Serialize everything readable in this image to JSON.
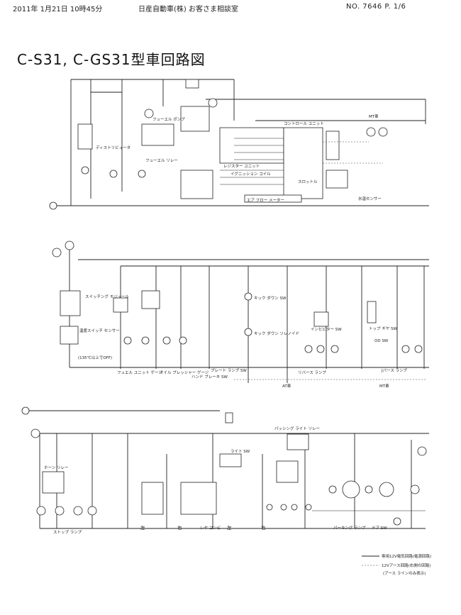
{
  "header": {
    "left": "2011年 1月21日 10時45分",
    "middle": "日産自動車(株) お客さま相談室",
    "right": "NO. 7646   P.  1/6"
  },
  "title": "C-S31, C-GS31型車回路図",
  "section1": {
    "mt_label": "MT車",
    "control_unit": "コントロール ユニット",
    "fuel_pump": "フューエル ポンプ",
    "resistor": "レジスター ユニット",
    "ignition_coil": "イグニッション コイル",
    "distributor": "ディストリビュータ",
    "air_flow_meter": "エア フロー メーター",
    "water_temp_sensor": "水温センサー",
    "throttle": "スロットル",
    "fuel_relay": "フューエル リレー"
  },
  "section2": {
    "switching_module": "スイッチング モジュール",
    "temp_switch": "温度スイッチ センサー",
    "temp_sensor": "(135℃以上でOFF)",
    "fuel_unit_gauge": "フュエル ユニット ゲージ",
    "oil_pressure_gauge": "オイル プレッシャー ゲージ",
    "brake_plate_sw": "プレート ランプ SW",
    "handbrake_sw": "ハンド ブレーキ SW",
    "kickdown_sw": "キック ダウン SW",
    "kickdown_solenoid": "キック ダウン ソレノイド",
    "inhibitor_sw": "インヒビター SW",
    "reverse_lamp": "リバース ランプ",
    "at_label": "AT車",
    "mt_label": "MT車",
    "top_sw": "トップ ギヤ SW",
    "od_sw": "OD SW",
    "j_reverse": "Jバース ランプ"
  },
  "section3": {
    "passing_light_relay": "パッシング ライト リレー",
    "light_sw": "ライト SW",
    "horn_relay": "ホーン リレー",
    "stop_lamp": "ストップ ランプ",
    "left": "左",
    "right": "右",
    "rear_combination": "レヤ コンビ",
    "parking_lamp": "パーキング ランプ",
    "door_sw": "ドア SW"
  },
  "legend": {
    "line1": "専用12V電気回路(電源回路)",
    "line2": "12Vアース回路(右側の回路)",
    "line3": "(アース ラインのみ表示)"
  }
}
